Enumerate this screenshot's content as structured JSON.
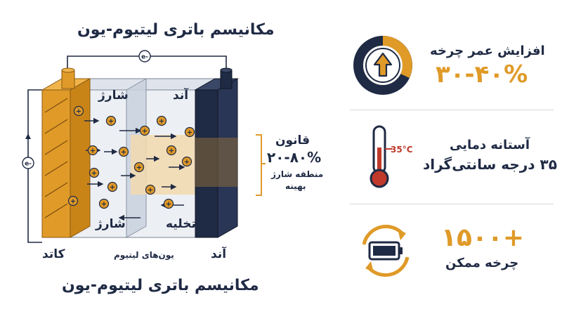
{
  "diagram": {
    "title_top": "مکانیسم باتری لیتیوم-یون",
    "title_bottom": "مکانیسم باتری لیتیوم-یون",
    "electron_label": "e-",
    "ion_label": "+",
    "cathode_label": "کاتد",
    "anode_label": "آند",
    "electrolyte_label": "یون‌های لیتیوم",
    "top_left_label": "شارژ",
    "top_right_label": "آند",
    "bottom_left_label": "شارژ",
    "bottom_right_label": "تخلیه",
    "rule": {
      "title": "قانون",
      "value": "۲۰-۸۰%",
      "subtitle_line1": "منطقه شارژ",
      "subtitle_line2": "بهینه"
    },
    "colors": {
      "cathode": "#e09a28",
      "anode": "#1f2a44",
      "accent": "#e09a28",
      "optimal_zone": "#f3d9ae"
    }
  },
  "stats": [
    {
      "title": "افزایش عمر چرخه",
      "value": "۳۰-۴۰%",
      "icon": "donut-up-arrow-icon"
    },
    {
      "title": "آستانه دمایی",
      "value": "۳۵ درجه سانتی‌گراد",
      "marker": "35°C",
      "icon": "thermometer-icon"
    },
    {
      "title": "چرخه ممکن",
      "value": "+۱۵۰۰",
      "icon": "battery-cycle-icon"
    }
  ]
}
